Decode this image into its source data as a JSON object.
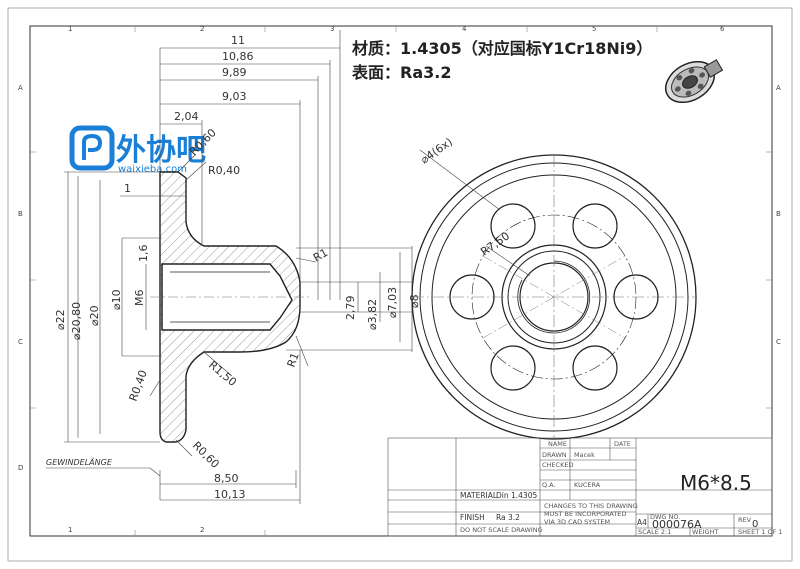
{
  "notes": {
    "material": "材质：1.4305（对应国标Y1Cr18Ni9）",
    "surface": "表面：Ra3.2"
  },
  "watermark": {
    "brand": "外协吧",
    "url": "waixieba.com"
  },
  "part_label": "M6*8.5",
  "grid": {
    "columns_top": [
      "1",
      "2",
      "3",
      "4",
      "5",
      "6"
    ],
    "columns_bottom": [
      "1",
      "2"
    ],
    "rows": [
      "A",
      "B",
      "C",
      "D"
    ]
  },
  "dimensions": {
    "d11": "11",
    "d10_86": "10,86",
    "d9_89": "9,89",
    "d9_03": "9,03",
    "d2_04": "2,04",
    "r0_60_top": "R0,60",
    "r0_40_top": "R0,40",
    "d1": "1",
    "d1_6": "1,6",
    "r1_top": "R1",
    "dia22": "⌀22",
    "dia20_80": "⌀20,80",
    "dia20": "⌀20",
    "dia10": "⌀10",
    "m6": "M6",
    "d2_79": "2,79",
    "dia3_82": "⌀3,82",
    "dia7_03": "⌀7,03",
    "dia8": "⌀8",
    "r1_50": "R1,50",
    "r0_40_bot": "R0,40",
    "r1_bot": "R1",
    "r0_60_bot": "R0,60",
    "d8_50": "8,50",
    "d10_13": "10,13",
    "gewinde": "GEWINDELÄNGE",
    "dia4_6x": "⌀4(6x)",
    "r7_50": "R7,50"
  },
  "title_block": {
    "material_label": "MATERIAL",
    "material_value": "Din 1.4305",
    "finish_label": "FINISH",
    "finish_value": "Ra 3.2",
    "warning": "DO NOT SCALE DRAWING",
    "changes": [
      "CHANGES TO THIS DRAWING",
      "MUST BE INCORPORATED",
      "VIA 3D CAD SYSTEM"
    ],
    "drawn_label": "DRAWN",
    "drawn_value": "Macek",
    "qa_label": "Q.A.",
    "qa_value": "KUCERA",
    "checked_label": "CHECKED",
    "name_label": "NAME",
    "date_label": "DATE",
    "size_label": "A4",
    "dwg_label": "DWG NO.",
    "dwg_no": "000076A",
    "rev_label": "REV",
    "rev_value": "0",
    "scale_label": "SCALE 2:1",
    "weight_label": "WEIGHT",
    "sheet_label": "SHEET 1 OF 1"
  },
  "colors": {
    "line": "#222222",
    "hatch": "#555555",
    "brand": "#1a7fd6",
    "paper": "#ffffff"
  }
}
